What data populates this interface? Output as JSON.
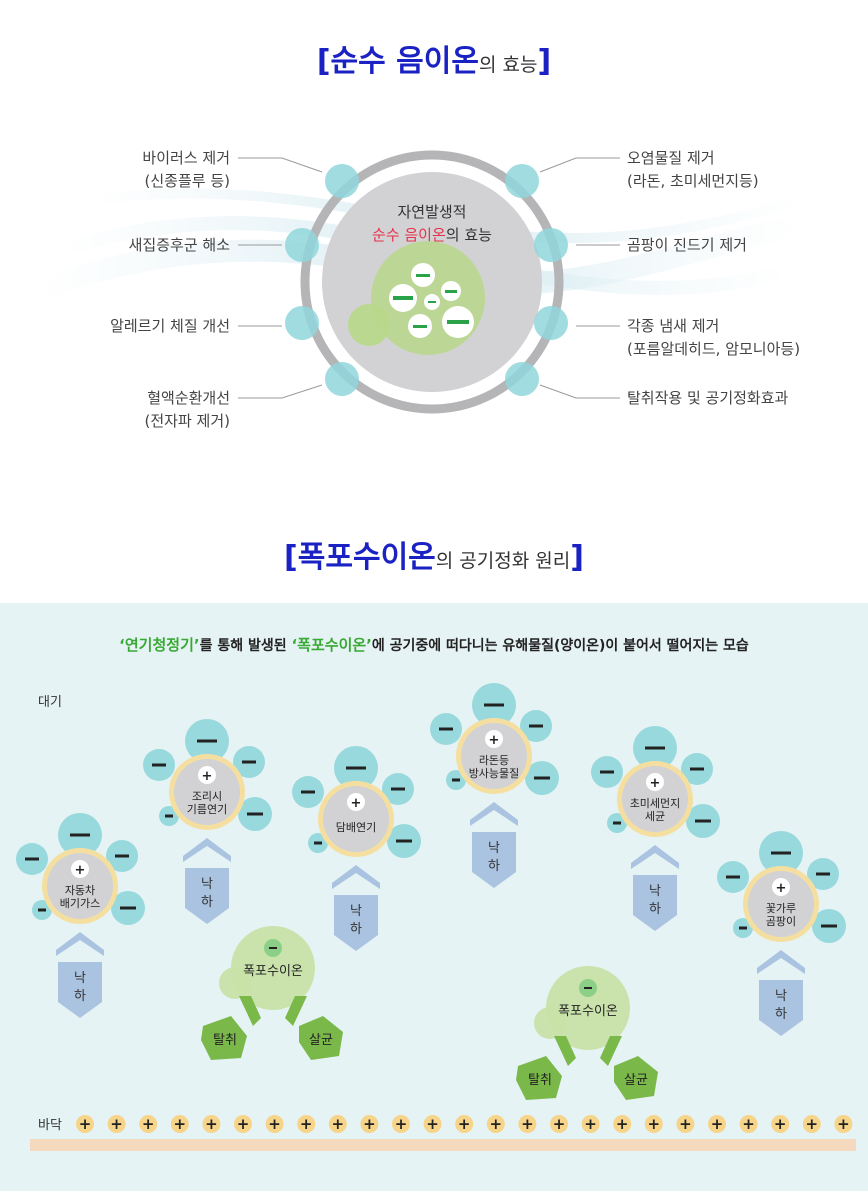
{
  "section1": {
    "title_bracket_open": "[",
    "title_main": "순수 음이온",
    "title_suffix": "의 효능",
    "title_bracket_close": "]",
    "center_line1": "자연발생적",
    "center_red": "순수 음이온",
    "center_suffix": "의 효능",
    "left_labels": [
      {
        "line1": "바이러스 제거",
        "line2": "(신종플루 등)"
      },
      {
        "line1": "새집증후군 해소",
        "line2": ""
      },
      {
        "line1": "알레르기 체질 개선",
        "line2": ""
      },
      {
        "line1": "혈액순환개선",
        "line2": "(전자파 제거)"
      }
    ],
    "right_labels": [
      {
        "line1": "오염물질 제거",
        "line2": "(라돈, 초미세먼지등)"
      },
      {
        "line1": "곰팡이 진드기 제거",
        "line2": ""
      },
      {
        "line1": "각종 냄새 제거",
        "line2": "(포름알데히드, 암모니아등)"
      },
      {
        "line1": "탈취작용 및 공기정화효과",
        "line2": ""
      }
    ],
    "minus_sign": "–"
  },
  "section2": {
    "title_bracket_open": "[",
    "title_main": "폭포수이온",
    "title_suffix": "의 공기정화 원리",
    "title_bracket_close": "]",
    "headline_q1": "‘연기청정기’",
    "headline_mid1": "를 통해 발생된",
    "headline_q2": "‘폭포수이온’",
    "headline_tail": "에 공기중에 떠다니는 유해물질(양이온)이 붙어서 떨어지는 모습",
    "air_label": "대기",
    "floor_label": "바닥",
    "plus_sign": "+",
    "minus_sign": "–",
    "fall_label_1": "낙",
    "fall_label_2": "하",
    "particles": [
      {
        "line1": "자동차",
        "line2": "배기가스"
      },
      {
        "line1": "조리시",
        "line2": "기름연기"
      },
      {
        "line1": "담배연기",
        "line2": ""
      },
      {
        "line1": "라돈등",
        "line2": "방사능물질"
      },
      {
        "line1": "초미세먼지",
        "line2": "세균"
      },
      {
        "line1": "꽃가루",
        "line2": "곰팡이"
      }
    ],
    "waterfall_ion_label": "폭포수이온",
    "effect_left": "탈취",
    "effect_right": "살균"
  },
  "colors": {
    "title_blue": "#1a22c4",
    "accent_red": "#e8304a",
    "accent_green": "#39a935",
    "ion_cyan": "#8fd6da",
    "ring_gray": "#b5b5b8",
    "panel_bg": "#e6f3f4"
  }
}
